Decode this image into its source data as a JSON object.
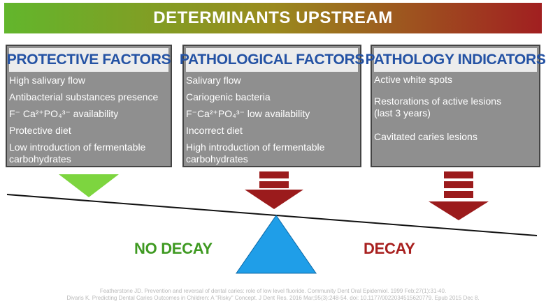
{
  "title": "DETERMINANTS UPSTREAM",
  "panels": {
    "protective": {
      "title": "PROTECTIVE FACTORS",
      "items": [
        "High salivary flow",
        "Antibacterial substances presence",
        "F⁻ Ca²⁺PO₄³⁻ availability",
        "Protective diet",
        "Low introduction of fermentable carbohydrates"
      ]
    },
    "pathological": {
      "title": "PATHOLOGICAL FACTORS",
      "items": [
        "Salivary flow",
        "Cariogenic bacteria",
        "F⁻Ca²⁺PO₄³⁻ low availability",
        "Incorrect diet",
        "High introduction of fermentable carbohydrates"
      ]
    },
    "indicators": {
      "title": "PATHOLOGY INDICATORS",
      "items": [
        "Active white spots",
        "Restorations of active lesions (last 3 years)",
        "Cavitated caries lesions"
      ]
    }
  },
  "labels": {
    "no_decay": "NO DECAY",
    "decay": "DECAY"
  },
  "references": [
    "Featherstone JD. Prevention and reversal of dental caries: role of low level fluoride. Community Dent Oral Epidemiol. 1999 Feb;27(1):31-40.",
    "Divaris K. Predicting Dental Caries Outcomes in Children: A \"Risky\" Concept. J Dent Res. 2016 Mar;95(3):248-54. doi: 10.1177/0022034515620779. Epub 2015 Dec 8."
  ],
  "colors": {
    "green": "#7dd53f",
    "dark_red": "#9b1b1c",
    "blue": "#1f9ee8",
    "label_green": "#3f9a22",
    "label_red": "#a8201f",
    "panel_title": "#2452a4"
  }
}
